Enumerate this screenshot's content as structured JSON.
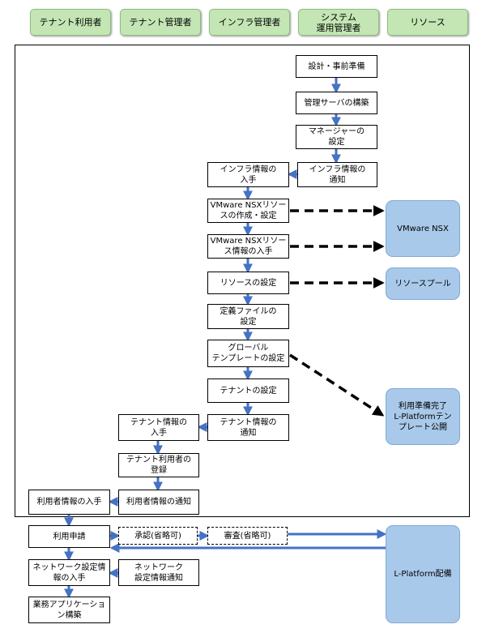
{
  "headers": [
    "テナント利用者",
    "テナント管理者",
    "インフラ管理者",
    "システム\n運用管理者",
    "リソース"
  ],
  "steps": {
    "design": "設計・事前準備",
    "manager_server": "管理サーバの構築",
    "manager_settings": "マネージャーの\n設定",
    "infra_info_notify": "インフラ情報の\n通知",
    "infra_info_get": "インフラ情報の\n入手",
    "nsx_create": "VMware NSXリソー\nスの作成・設定",
    "nsx_info": "VMware NSXリソー\nス情報の入手",
    "resource_settings": "リソースの設定",
    "def_file": "定義ファイルの\n設定",
    "global_template": "グローバル\nテンプレートの設定",
    "tenant_settings": "テナントの設定",
    "tenant_info_notify": "テナント情報の\n通知",
    "tenant_info_get": "テナント情報の\n入手",
    "tenant_user_register": "テナント利用者の\n登録",
    "user_info_notify": "利用者情報の通知",
    "user_info_get": "利用者情報の入手",
    "use_request": "利用申請",
    "approval": "承認(省略可)",
    "review": "審査(省略可)",
    "network_info_get": "ネットワーク設定情\n報の入手",
    "network_info_notify": "ネットワーク\n設定情報通知",
    "business_app": "業務アプリケーショ\nン構築"
  },
  "resources": {
    "vmware_nsx": "VMware NSX",
    "resource_pool": "リソースプール",
    "lplatform_template": "利用準備完了\nL-Platformテン\nプレート公開",
    "lplatform_deploy": "L-Platform配備"
  },
  "colors": {
    "header_fill": "#c3e6b4",
    "resource_fill": "#a9c9ea",
    "arrow": "#4472c4"
  }
}
